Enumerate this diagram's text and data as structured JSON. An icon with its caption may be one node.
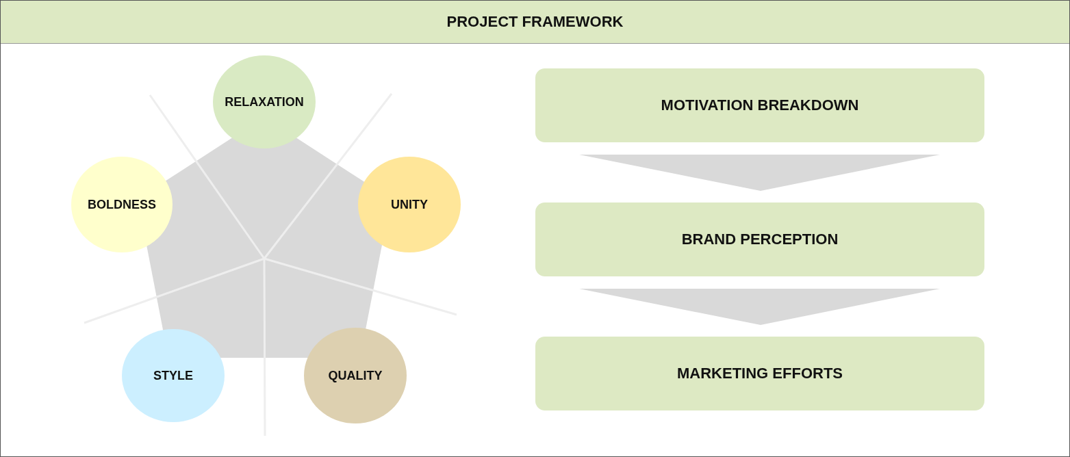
{
  "diagram": {
    "title": "PROJECT FRAMEWORK",
    "nodes": [
      {
        "text": [
          "RELAXATION"
        ]
      },
      {
        "text": [
          "BOLDNESS"
        ]
      },
      {
        "text": [
          "UNITY"
        ]
      },
      {
        "text": [
          "STYLE"
        ]
      },
      {
        "text": [
          "QUALITY"
        ]
      },
      {
        "text": [
          "MOTIVATION BREAKDOWN"
        ]
      },
      {
        "text": [
          "BRAND PERCEPTION"
        ]
      },
      {
        "text": [
          "MARKETING EFFORTS"
        ]
      }
    ],
    "edges": [
      {
        "from": 5,
        "to": 6,
        "arrow": "to"
      },
      {
        "from": 6,
        "to": 7,
        "arrow": "to"
      }
    ]
  }
}
